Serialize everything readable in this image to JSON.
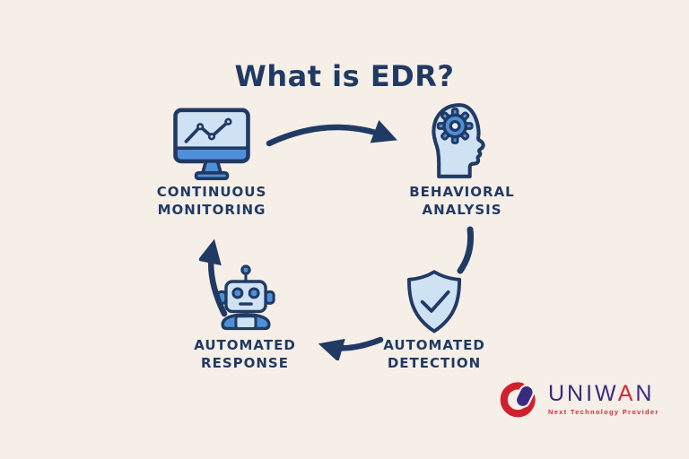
{
  "title": "What is EDR?",
  "nodes": {
    "monitoring": {
      "line1": "CONTINUOUS",
      "line2": "MONITORING"
    },
    "analysis": {
      "line1": "BEHAVIORAL",
      "line2": "ANALYSIS"
    },
    "detection": {
      "line1": "AUTOMATED",
      "line2": "DETECTION"
    },
    "response": {
      "line1": "AUTOMATED",
      "line2": "RESPONSE"
    }
  },
  "arrows": [
    {
      "from": "continuous-monitoring",
      "to": "behavioral-analysis"
    },
    {
      "from": "behavioral-analysis",
      "to": "automated-detection"
    },
    {
      "from": "automated-detection",
      "to": "automated-response"
    },
    {
      "from": "automated-response",
      "to": "continuous-monitoring"
    }
  ],
  "logo": {
    "brand_prefix": "UNIW",
    "brand_accent": "A",
    "brand_suffix": "N",
    "tagline": "Next Technology Provider"
  },
  "colors": {
    "background": "#f5efe7",
    "navy": "#213a64",
    "icon_fill": "#cfe2f4",
    "icon_accent": "#4e90d8",
    "logo_red": "#d7263d",
    "logo_purple": "#3c2a80"
  }
}
